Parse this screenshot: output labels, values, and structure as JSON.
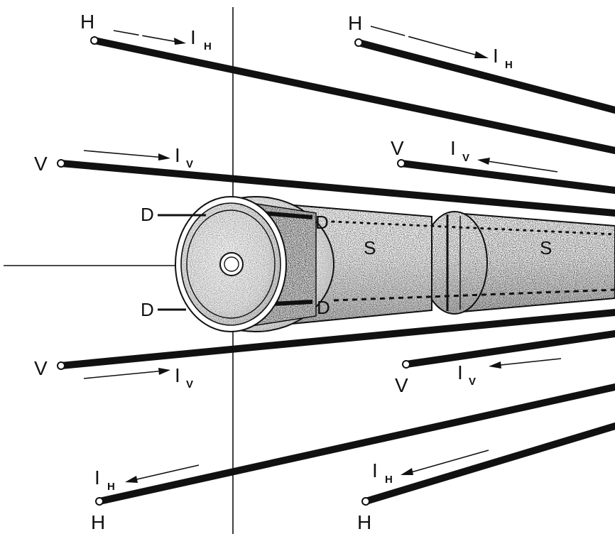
{
  "diagram": {
    "labels": {
      "horizontal_rod": "H",
      "vertical_rod": "V",
      "horizontal_current_main": "I",
      "horizontal_current_sub": "H",
      "vertical_current_main": "I",
      "vertical_current_sub": "V",
      "deflector": "D",
      "section": "S"
    },
    "colors": {
      "ink": "#111111",
      "background": "#ffffff",
      "stipple": "#1a1a1a"
    }
  }
}
